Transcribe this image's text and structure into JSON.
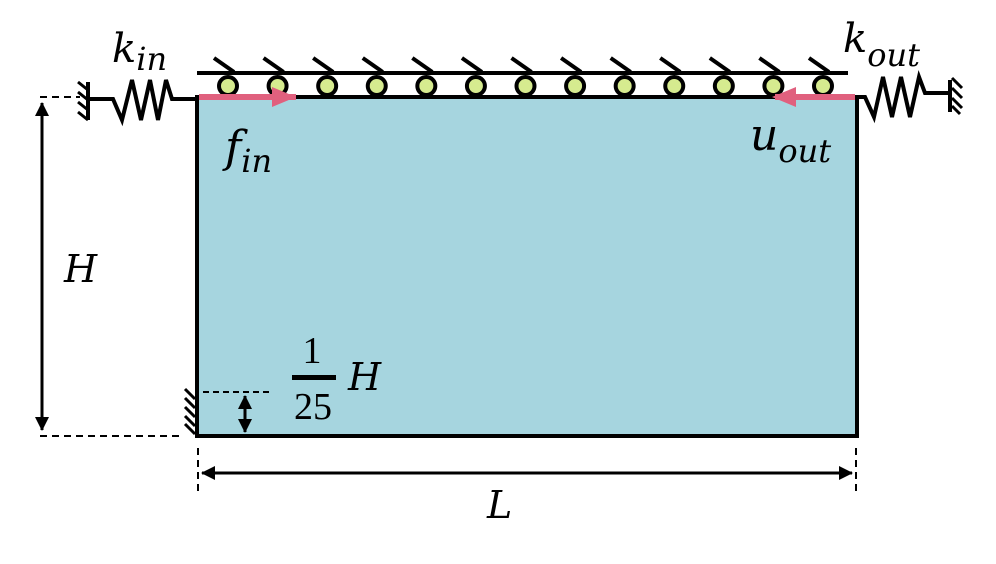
{
  "labels": {
    "k_in_main": "k",
    "k_in_sub": "in",
    "k_out_main": "k",
    "k_out_sub": "out",
    "f_in_main": "f",
    "f_in_sub": "in",
    "u_out_main": "u",
    "u_out_sub": "out",
    "height": "H",
    "length": "L",
    "frac_num": "1",
    "frac_den": "25",
    "frac_var": "H"
  },
  "colors": {
    "domain_fill": "#a6d5df",
    "roller_fill": "#d6eb8f",
    "arrow": "#e0607e"
  },
  "roller_count": 13
}
